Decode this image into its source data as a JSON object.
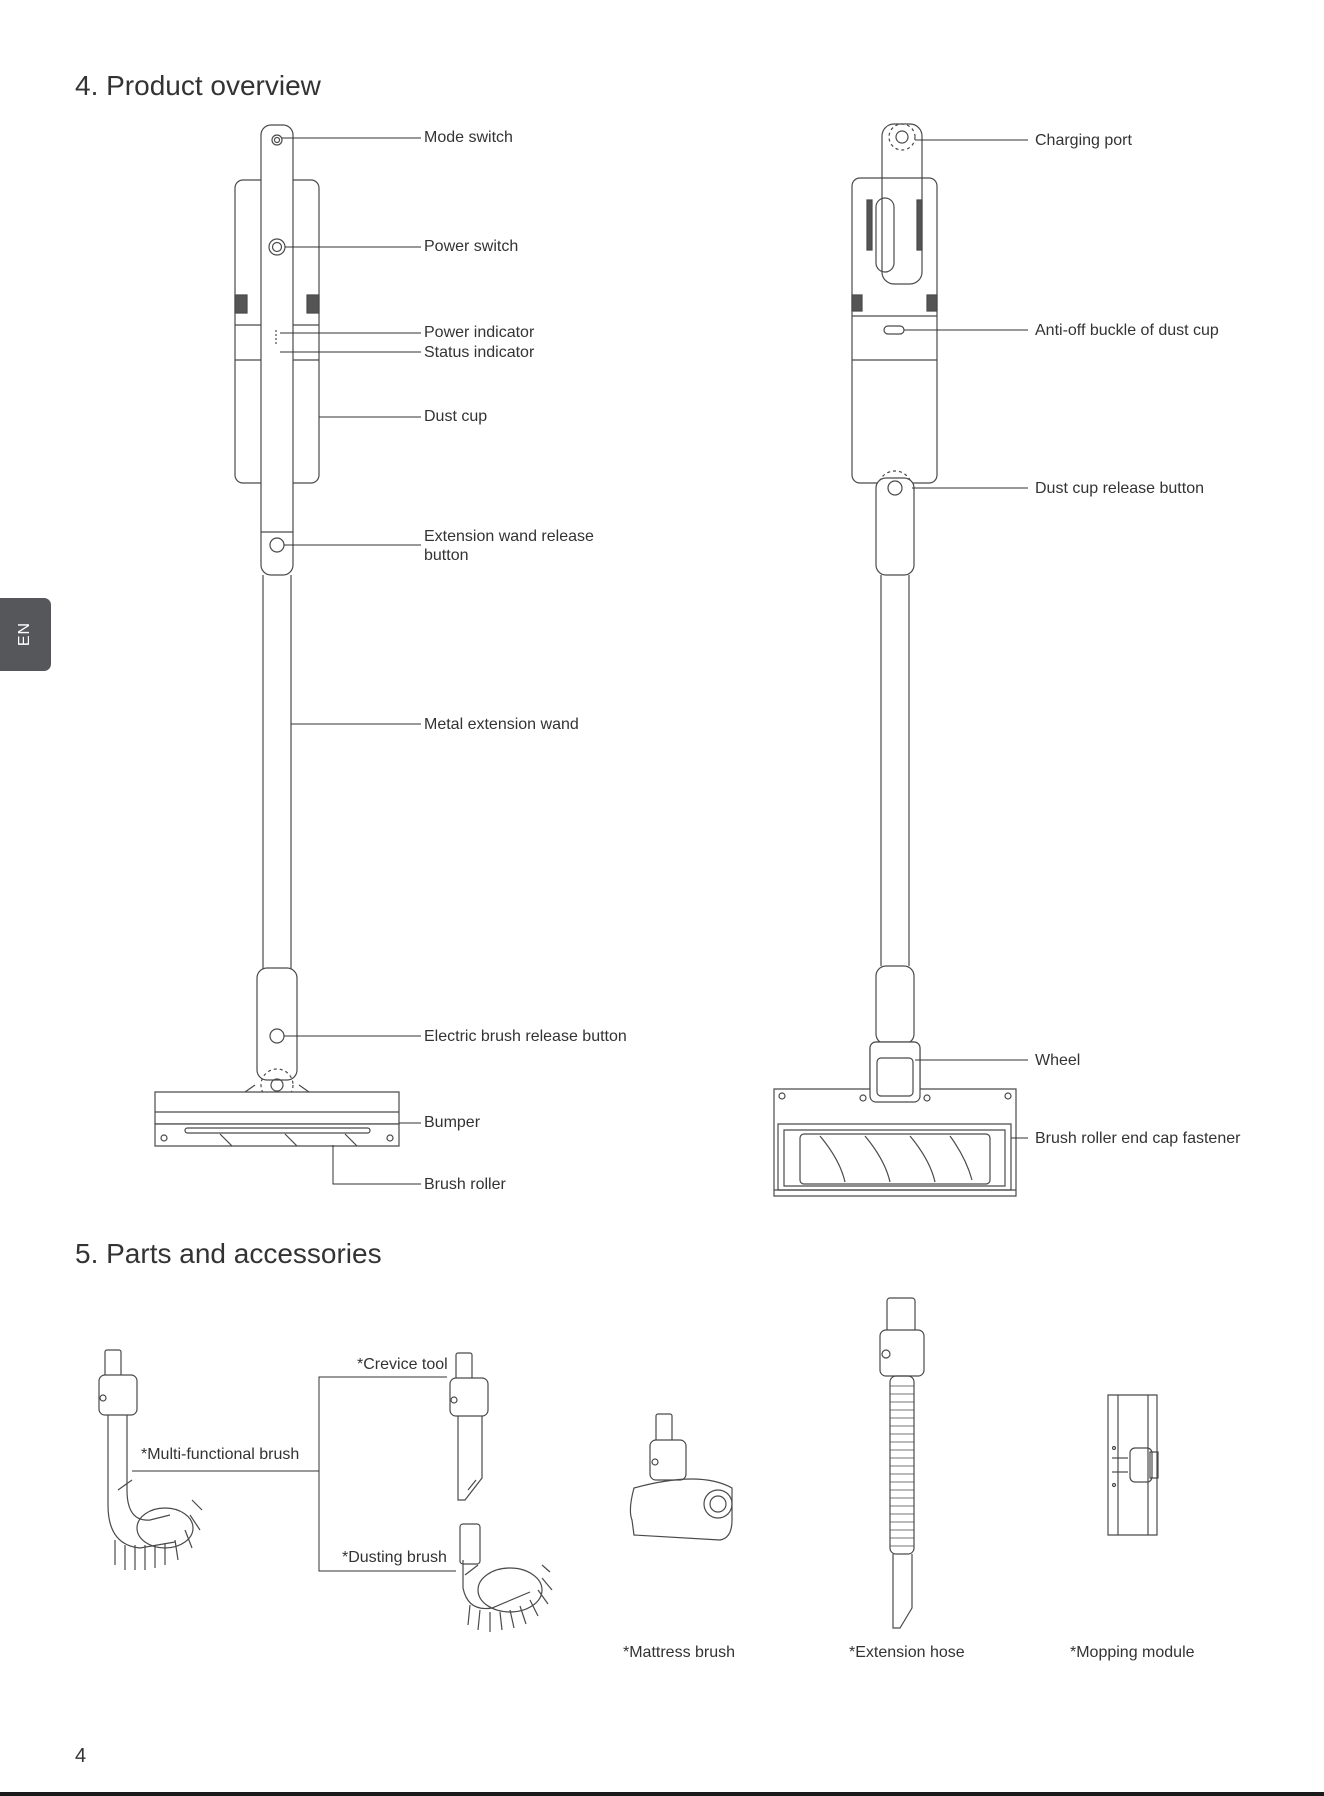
{
  "side_tab": "EN",
  "page_number": "4",
  "section4": {
    "title": "4. Product overview",
    "left_labels": {
      "mode_switch": "Mode switch",
      "power_switch": "Power switch",
      "power_indicator": "Power indicator",
      "status_indicator": "Status indicator",
      "dust_cup": "Dust cup",
      "extension_wand_release_1": "Extension wand release",
      "extension_wand_release_2": "button",
      "metal_extension_wand": "Metal extension wand",
      "electric_brush_release": "Electric brush release button",
      "bumper": "Bumper",
      "brush_roller": "Brush roller"
    },
    "right_labels": {
      "charging_port": "Charging port",
      "anti_off_buckle": "Anti-off buckle of dust cup",
      "dust_cup_release": "Dust cup release button",
      "wheel": "Wheel",
      "brush_roller_end_cap": "Brush roller end cap fastener"
    }
  },
  "section5": {
    "title": "5. Parts and accessories",
    "items": {
      "crevice_tool": "*Crevice tool",
      "multi_functional_brush": "*Multi-functional brush",
      "dusting_brush": "*Dusting brush",
      "mattress_brush": "*Mattress brush",
      "extension_hose": "*Extension hose",
      "mopping_module": "*Mopping module"
    }
  }
}
